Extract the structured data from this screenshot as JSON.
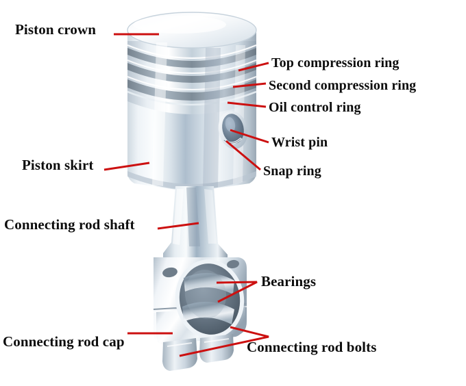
{
  "figure": {
    "subject": "Piston and connecting rod assembly cutaway",
    "background_color": "#ffffff",
    "leader_line_color": "#cc1010",
    "label_text_color": "#0d0d0d",
    "metal_light": "#ffffff",
    "metal_mid": "#c9d4dd",
    "metal_shadow": "#8d9aa6",
    "metal_blue": "#a8bcce",
    "bore_dark": "#5d6b78"
  },
  "labels": [
    {
      "id": "piston-crown",
      "text": "Piston crown",
      "side": "left"
    },
    {
      "id": "piston-skirt",
      "text": "Piston skirt",
      "side": "left"
    },
    {
      "id": "connecting-rod-shaft",
      "text": "Connecting rod shaft",
      "side": "left"
    },
    {
      "id": "connecting-rod-cap",
      "text": "Connecting rod cap",
      "side": "left"
    },
    {
      "id": "top-compression-ring",
      "text": "Top compression ring",
      "side": "right"
    },
    {
      "id": "second-compression-ring",
      "text": "Second compression ring",
      "side": "right"
    },
    {
      "id": "oil-control-ring",
      "text": "Oil control ring",
      "side": "right"
    },
    {
      "id": "wrist-pin",
      "text": "Wrist pin",
      "side": "right"
    },
    {
      "id": "snap-ring",
      "text": "Snap ring",
      "side": "right"
    },
    {
      "id": "bearings",
      "text": "Bearings",
      "side": "right"
    },
    {
      "id": "connecting-rod-bolts",
      "text": "Connecting rod bolts",
      "side": "right"
    }
  ]
}
